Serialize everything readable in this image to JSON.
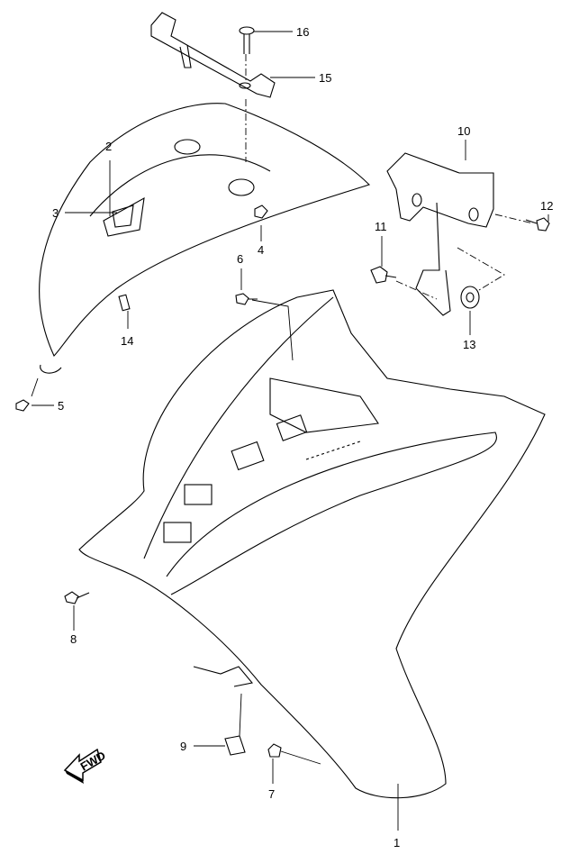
{
  "diagram": {
    "callouts": [
      "1",
      "2",
      "3",
      "4",
      "5",
      "6",
      "7",
      "8",
      "9",
      "10",
      "11",
      "12",
      "13",
      "14",
      "15",
      "16"
    ],
    "fwd_label": "FWD"
  }
}
